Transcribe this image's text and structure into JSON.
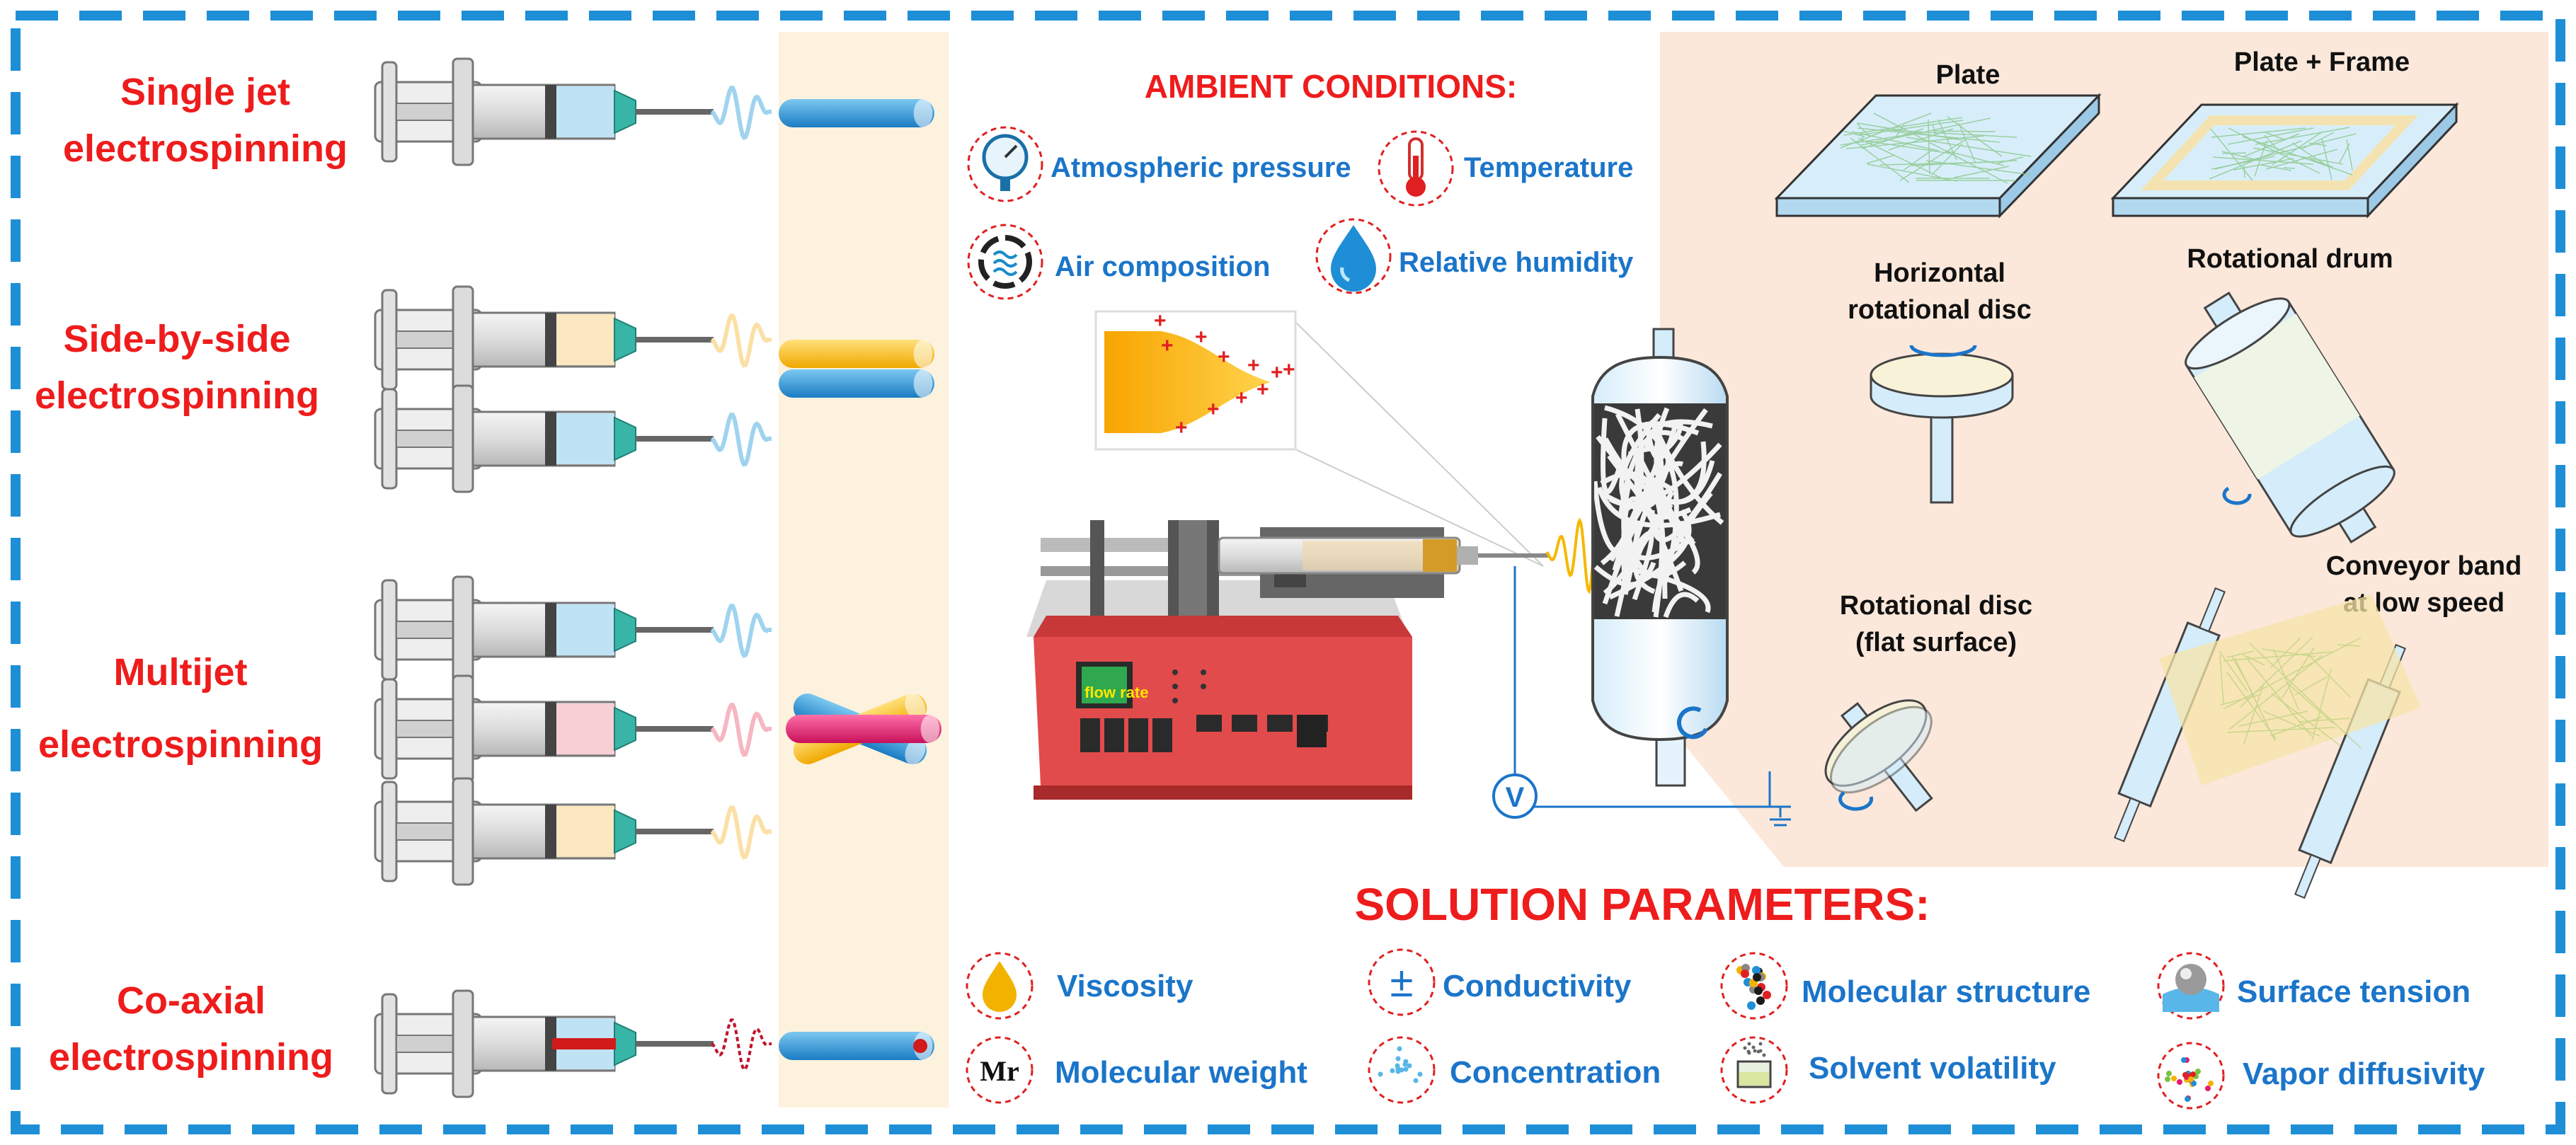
{
  "methods": [
    {
      "line1": "Single jet",
      "line2": "electrospinning"
    },
    {
      "line1": "Side-by-side",
      "line2": "electrospinning"
    },
    {
      "line1": "Multijet",
      "line2": "electrospinning"
    },
    {
      "line1": "Co-axial",
      "line2": "electrospinning"
    }
  ],
  "ambient": {
    "title": "AMBIENT CONDITIONS:",
    "items": [
      "Atmospheric pressure",
      "Temperature",
      "Air composition",
      "Relative humidity"
    ]
  },
  "pump": {
    "screen_label": "flow rate"
  },
  "voltage_label": "V",
  "collectors": {
    "plate": "Plate",
    "plate_frame": "Plate + Frame",
    "horizontal_disc_1": "Horizontal",
    "horizontal_disc_2": "rotational disc",
    "drum": "Rotational drum",
    "disc_1": "Rotational disc",
    "disc_2": "(flat surface)",
    "conveyor_1": "Conveyor band",
    "conveyor_2": "at low speed"
  },
  "solution": {
    "title": "SOLUTION PARAMETERS:",
    "items": [
      "Viscosity",
      "Conductivity",
      "Molecular structure",
      "Surface tension",
      "Molecular weight",
      "Concentration",
      "Solvent volatility",
      "Vapor diffusivity"
    ],
    "mr_symbol": "Mr",
    "pm_symbol": "±"
  },
  "colors": {
    "border_dash": "#1e8fd6",
    "title_red": "#ee1c1c",
    "param_blue": "#1b75c9",
    "fiber_blue": "#1e8fd6",
    "fiber_yellow": "#ffc20e",
    "fiber_pink": "#e8176f",
    "collector_bg": "#fbe8da",
    "strip_bg": "#fdf2de",
    "pump_red": "#e24b4b"
  }
}
